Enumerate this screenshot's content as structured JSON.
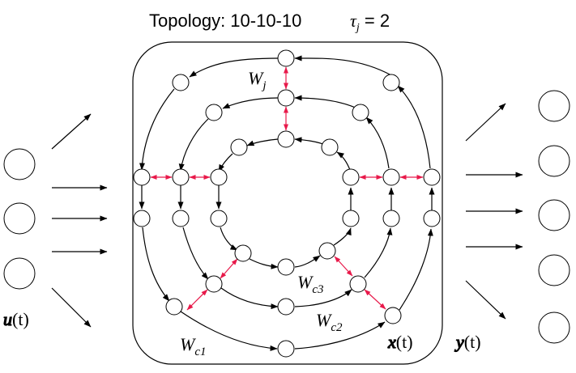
{
  "title": {
    "topology_text": "Topology: 10-10-10",
    "tau_symbol": "τ",
    "tau_sub": "j",
    "tau_eq": " = 2"
  },
  "labels": {
    "wj": {
      "main": "W",
      "sub": "j"
    },
    "wc1": {
      "main": "W",
      "sub": "c1"
    },
    "wc2": {
      "main": "W",
      "sub": "c2"
    },
    "wc3": {
      "main": "W",
      "sub": "c3"
    },
    "input": {
      "vec": "u",
      "arg": "(t)"
    },
    "state": {
      "vec": "x",
      "arg": "(t)"
    },
    "output": {
      "vec": "y",
      "arg": "(t)"
    }
  },
  "colors": {
    "edges": "#000000",
    "inter_cluster_links": "#e8194a",
    "nodes_fill": "#ffffff"
  }
}
